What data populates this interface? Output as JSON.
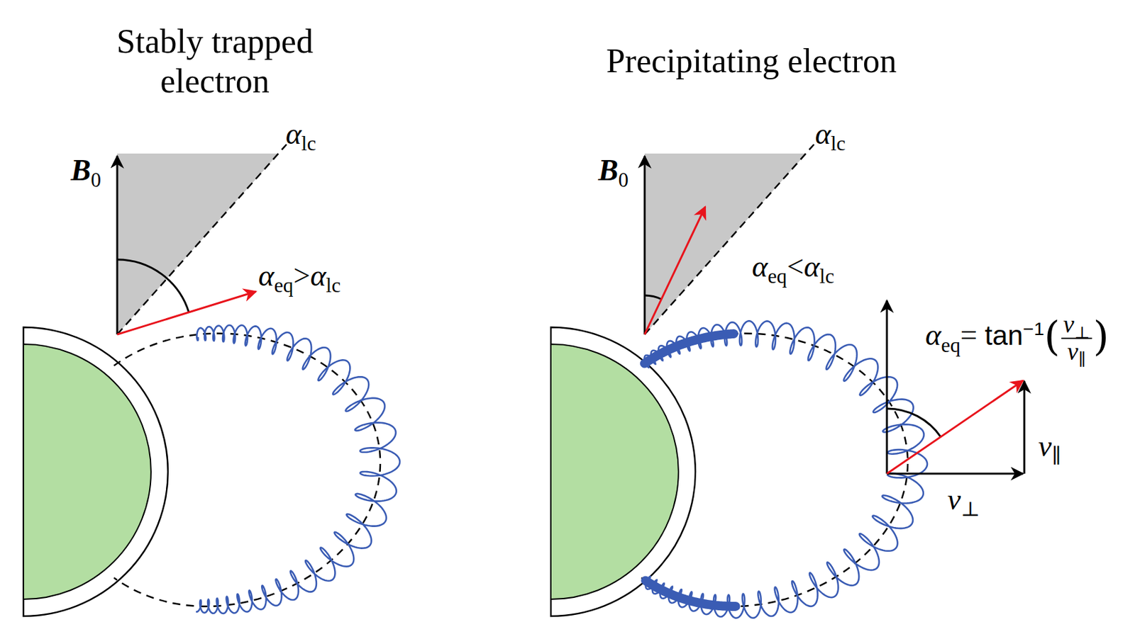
{
  "diagram": {
    "labels": [
      "Stably trapped electron",
      "Precipitating electron",
      "αlc",
      "B0",
      "αeq>αlc",
      "αlc",
      "B0",
      "αeq<αlc",
      "αeq= tan−1(v⊥v∥)",
      "v∥",
      "v⊥"
    ]
  }
}
